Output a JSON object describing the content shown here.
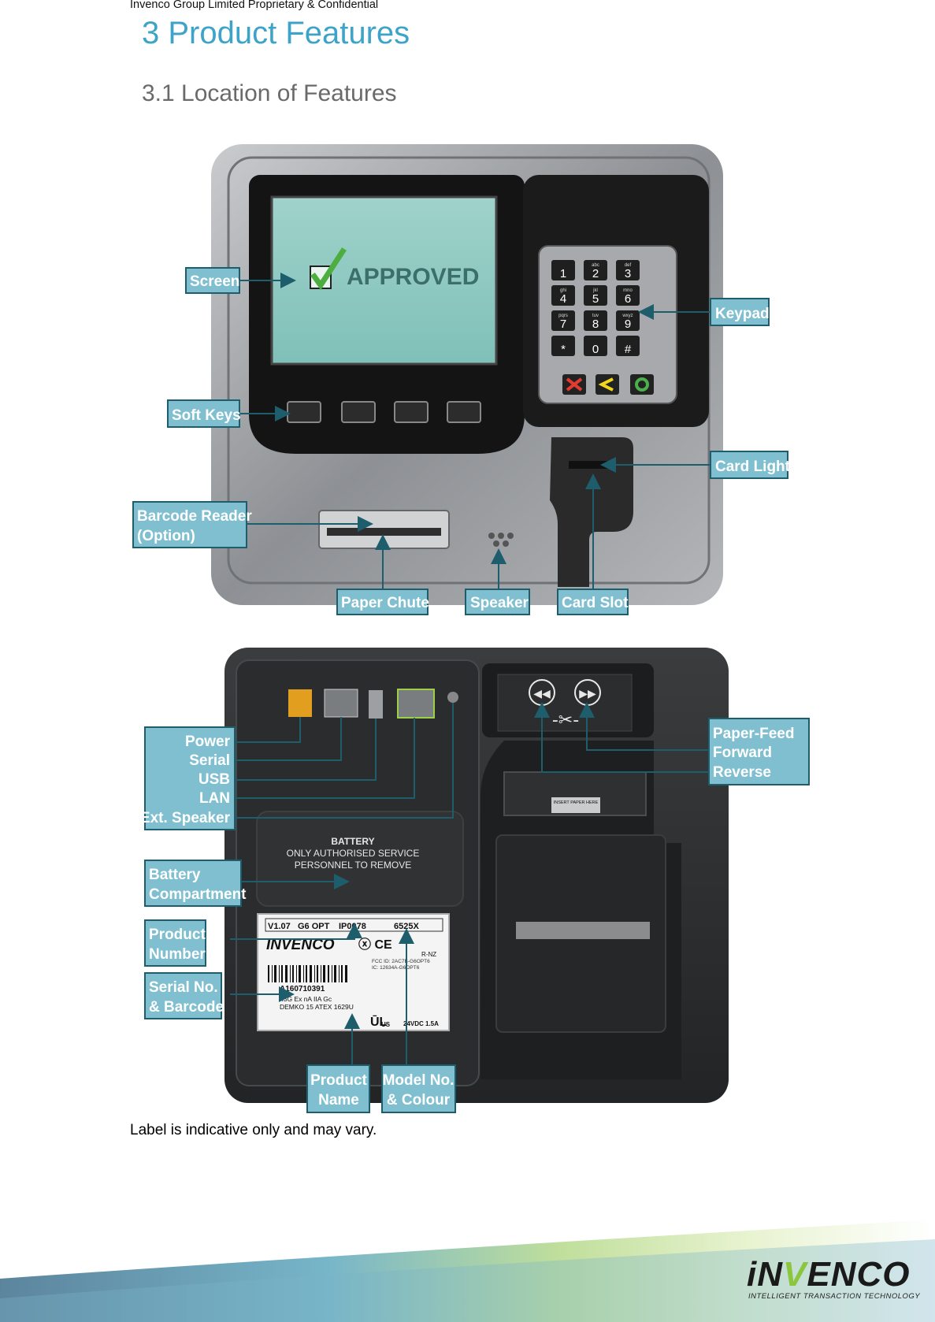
{
  "header": {
    "confidentiality": "Invenco Group Limited Proprietary & Confidential"
  },
  "section": {
    "heading": "3 Product Features",
    "subheading": "3.1  Location of Features"
  },
  "front_view": {
    "screen_text": "APPROVED",
    "keypad_keys": [
      {
        "digit": "1",
        "letters": ""
      },
      {
        "digit": "2",
        "letters": "abc"
      },
      {
        "digit": "3",
        "letters": "def"
      },
      {
        "digit": "4",
        "letters": "ghi"
      },
      {
        "digit": "5",
        "letters": "jkl"
      },
      {
        "digit": "6",
        "letters": "mno"
      },
      {
        "digit": "7",
        "letters": "pqrs"
      },
      {
        "digit": "8",
        "letters": "tuv"
      },
      {
        "digit": "9",
        "letters": "wxyz"
      },
      {
        "digit": "*",
        "letters": ""
      },
      {
        "digit": "0",
        "letters": ""
      },
      {
        "digit": "#",
        "letters": ""
      }
    ],
    "callouts": {
      "screen": "Screen",
      "soft_keys": "Soft Keys",
      "barcode_reader_1": "Barcode Reader",
      "barcode_reader_2": "(Option)",
      "keypad": "Keypad",
      "card_light": "Card Light",
      "paper_chute": "Paper Chute",
      "speaker": "Speaker",
      "card_slot": "Card Slot"
    }
  },
  "rear_view": {
    "battery_label": [
      "BATTERY",
      "ONLY AUTHORISED SERVICE",
      "PERSONNEL TO REMOVE"
    ],
    "insert_paper": "INSERT PAPER HERE",
    "product_label": {
      "version": "V1.07",
      "model": "G6 OPT",
      "ip": "IP0078",
      "code": "6525X",
      "brand": "INVENCO",
      "serial": "A160710391",
      "rnz": "R-NZ",
      "voltage": "24VDC 1.5A",
      "atex": "II3G Ex nA IIA Gc",
      "cert": "DEMKO 15 ATEX 1629U",
      "fcc": "FCC ID: 2AC7B-G6OPT6",
      "ic": "IC: 12634A-G6OPT6",
      "ul": "US"
    },
    "callouts": {
      "power": "Power",
      "serial": "Serial",
      "usb": "USB",
      "lan": "LAN",
      "ext_speaker": "Ext. Speaker",
      "paper_feed": "Paper-Feed",
      "forward": "Forward",
      "reverse": "Reverse",
      "battery_1": "Battery",
      "battery_2": "Compartment",
      "product_number_1": "Product",
      "product_number_2": "Number",
      "serial_barcode_1": "Serial No.",
      "serial_barcode_2": "& Barcode",
      "product_name_1": "Product",
      "product_name_2": "Name",
      "model_colour_1": "Model No.",
      "model_colour_2": "& Colour"
    }
  },
  "caption": "Label is indicative only and may vary.",
  "footer": {
    "logo_prefix": "iN",
    "logo_v": "V",
    "logo_suffix": "ENCO",
    "tagline": "INTELLIGENT TRANSACTION TECHNOLOGY"
  },
  "colors": {
    "heading": "#3da3c9",
    "callout_fill": "#7fbfd0",
    "callout_border": "#1d5d6c",
    "leader_line": "#1d5d6c"
  }
}
